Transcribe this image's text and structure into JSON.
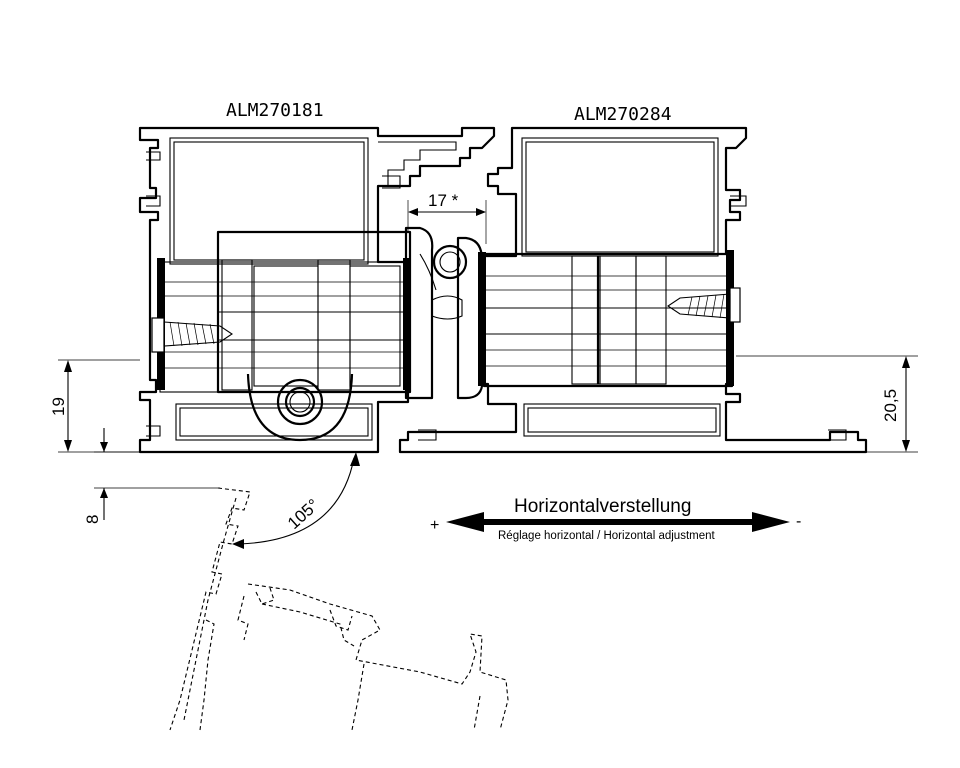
{
  "profiles": {
    "left_code": "ALM270181",
    "right_code": "ALM270284"
  },
  "dimensions": {
    "gap": "17 *",
    "left_height": "19",
    "right_height": "20,5",
    "offset": "8",
    "angle": "105°"
  },
  "adjustment": {
    "title": "Horizontalverstellung",
    "subtitle": "Réglage horizontal / Horizontal adjustment",
    "plus": "+",
    "minus": "-"
  },
  "colors": {
    "ink": "#000000",
    "background": "#ffffff"
  }
}
